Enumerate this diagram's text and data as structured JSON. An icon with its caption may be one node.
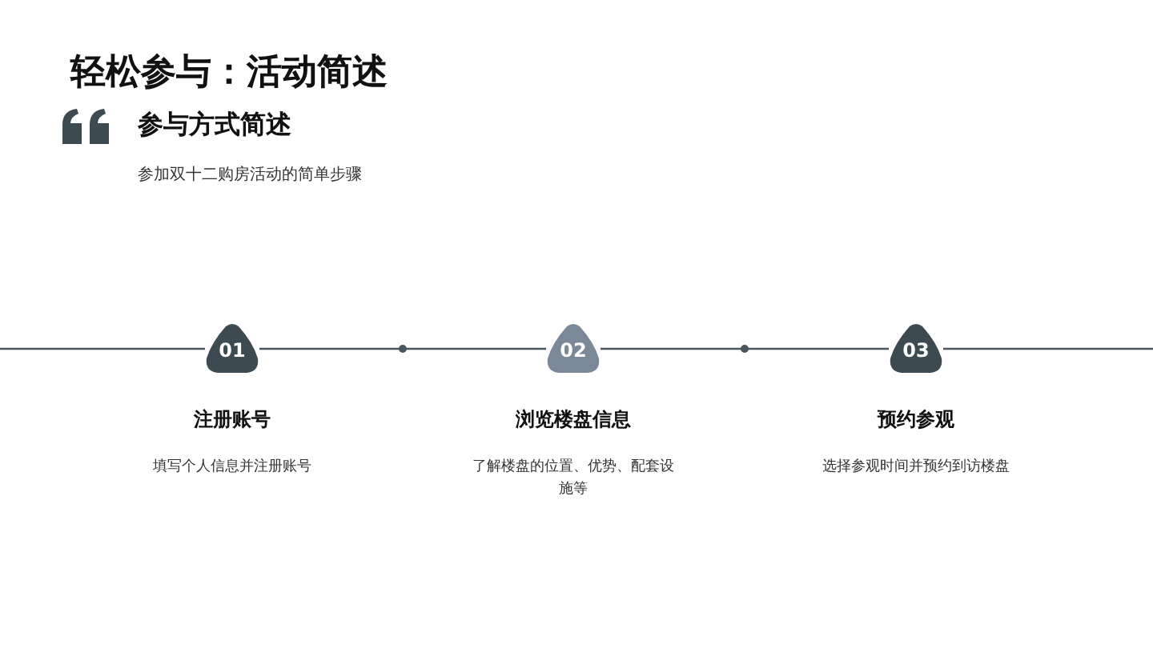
{
  "diagram": {
    "title": "轻松参与：活动简述",
    "nodes": [
      {
        "text": [
          "01"
        ],
        "beside": [
          "注册账号",
          "填写个人信息并注册账号"
        ]
      },
      {
        "text": [
          "02"
        ],
        "beside": [
          "浏览楼盘信息",
          "了解楼盘的位置、优势、配套设施等"
        ]
      },
      {
        "text": [
          "03"
        ],
        "beside": [
          "预约参观",
          "选择参观时间并预约到访楼盘"
        ]
      }
    ],
    "edges": [
      {
        "from": 0,
        "to": 1,
        "arrow": "none"
      },
      {
        "from": 1,
        "to": 2,
        "arrow": "none"
      }
    ],
    "labels": [
      "参与方式简述",
      "参加双十二购房活动的简单步骤"
    ]
  }
}
